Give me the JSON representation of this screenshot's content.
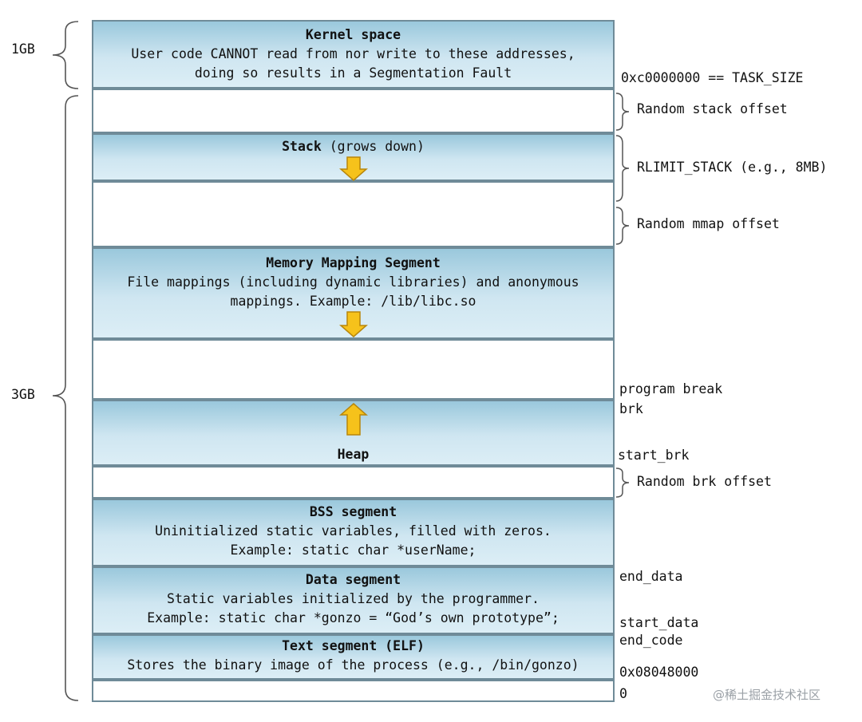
{
  "left_labels": {
    "kernel_size": "1GB",
    "user_size": "3GB"
  },
  "segments": {
    "kernel": {
      "title": "Kernel space",
      "line1": "User code CANNOT read from nor write to these addresses,",
      "line2": "doing so results in a Segmentation Fault"
    },
    "stack": {
      "title": "Stack",
      "suffix": " (grows down)"
    },
    "mmap": {
      "title": "Memory Mapping Segment",
      "line1": "File mappings (including dynamic libraries) and anonymous",
      "line2": "mappings. Example: /lib/libc.so"
    },
    "heap": {
      "title": "Heap"
    },
    "bss": {
      "title": "BSS segment",
      "line1": "Uninitialized static variables, filled with zeros.",
      "line2": "Example: static char *userName;"
    },
    "data": {
      "title": "Data segment",
      "line1": "Static variables initialized by the programmer.",
      "line2": "Example: static char *gonzo = “God’s own prototype”;"
    },
    "text": {
      "title": "Text segment (ELF)",
      "line1": "Stores the binary image of the process (e.g., /bin/gonzo)"
    }
  },
  "right_labels": {
    "task_size": "0xc0000000 == TASK_SIZE",
    "random_stack": "Random stack offset",
    "rlimit": "RLIMIT_STACK (e.g., 8MB)",
    "random_mmap": "Random mmap offset",
    "program_break": "program break",
    "brk": "brk",
    "start_brk": "start_brk",
    "random_brk": "Random brk offset",
    "end_data": "end_data",
    "start_data": "start_data",
    "end_code": "end_code",
    "text_start": "0x08048000",
    "zero": "0"
  },
  "watermark": "@稀土掘金技术社区",
  "colors": {
    "segment_fill": "#b3dae9",
    "border": "#6f8b98",
    "arrow_fill": "#f6c21b",
    "arrow_stroke": "#b8860b"
  }
}
